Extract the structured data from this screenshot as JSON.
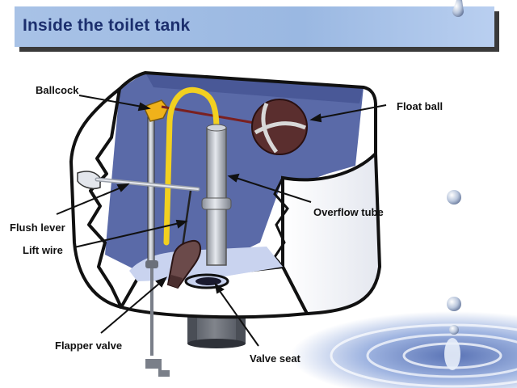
{
  "title": "Inside the toilet tank",
  "labels": {
    "ballcock": "Ballcock",
    "float_ball": "Float ball",
    "overflow_tube": "Overflow tube",
    "flush_lever": "Flush lever",
    "lift_wire": "Lift wire",
    "flapper_valve": "Flapper valve",
    "valve_seat": "Valve seat"
  },
  "colors": {
    "title_bar": "#a8c2e6",
    "title_text": "#1c2f6e",
    "tank_interior": "#5a6aa8",
    "water": "#c9d3ef",
    "float_ball": "#5a2e2e",
    "refill_tube": "#f2d020",
    "ballcock": "#f0b21a"
  }
}
